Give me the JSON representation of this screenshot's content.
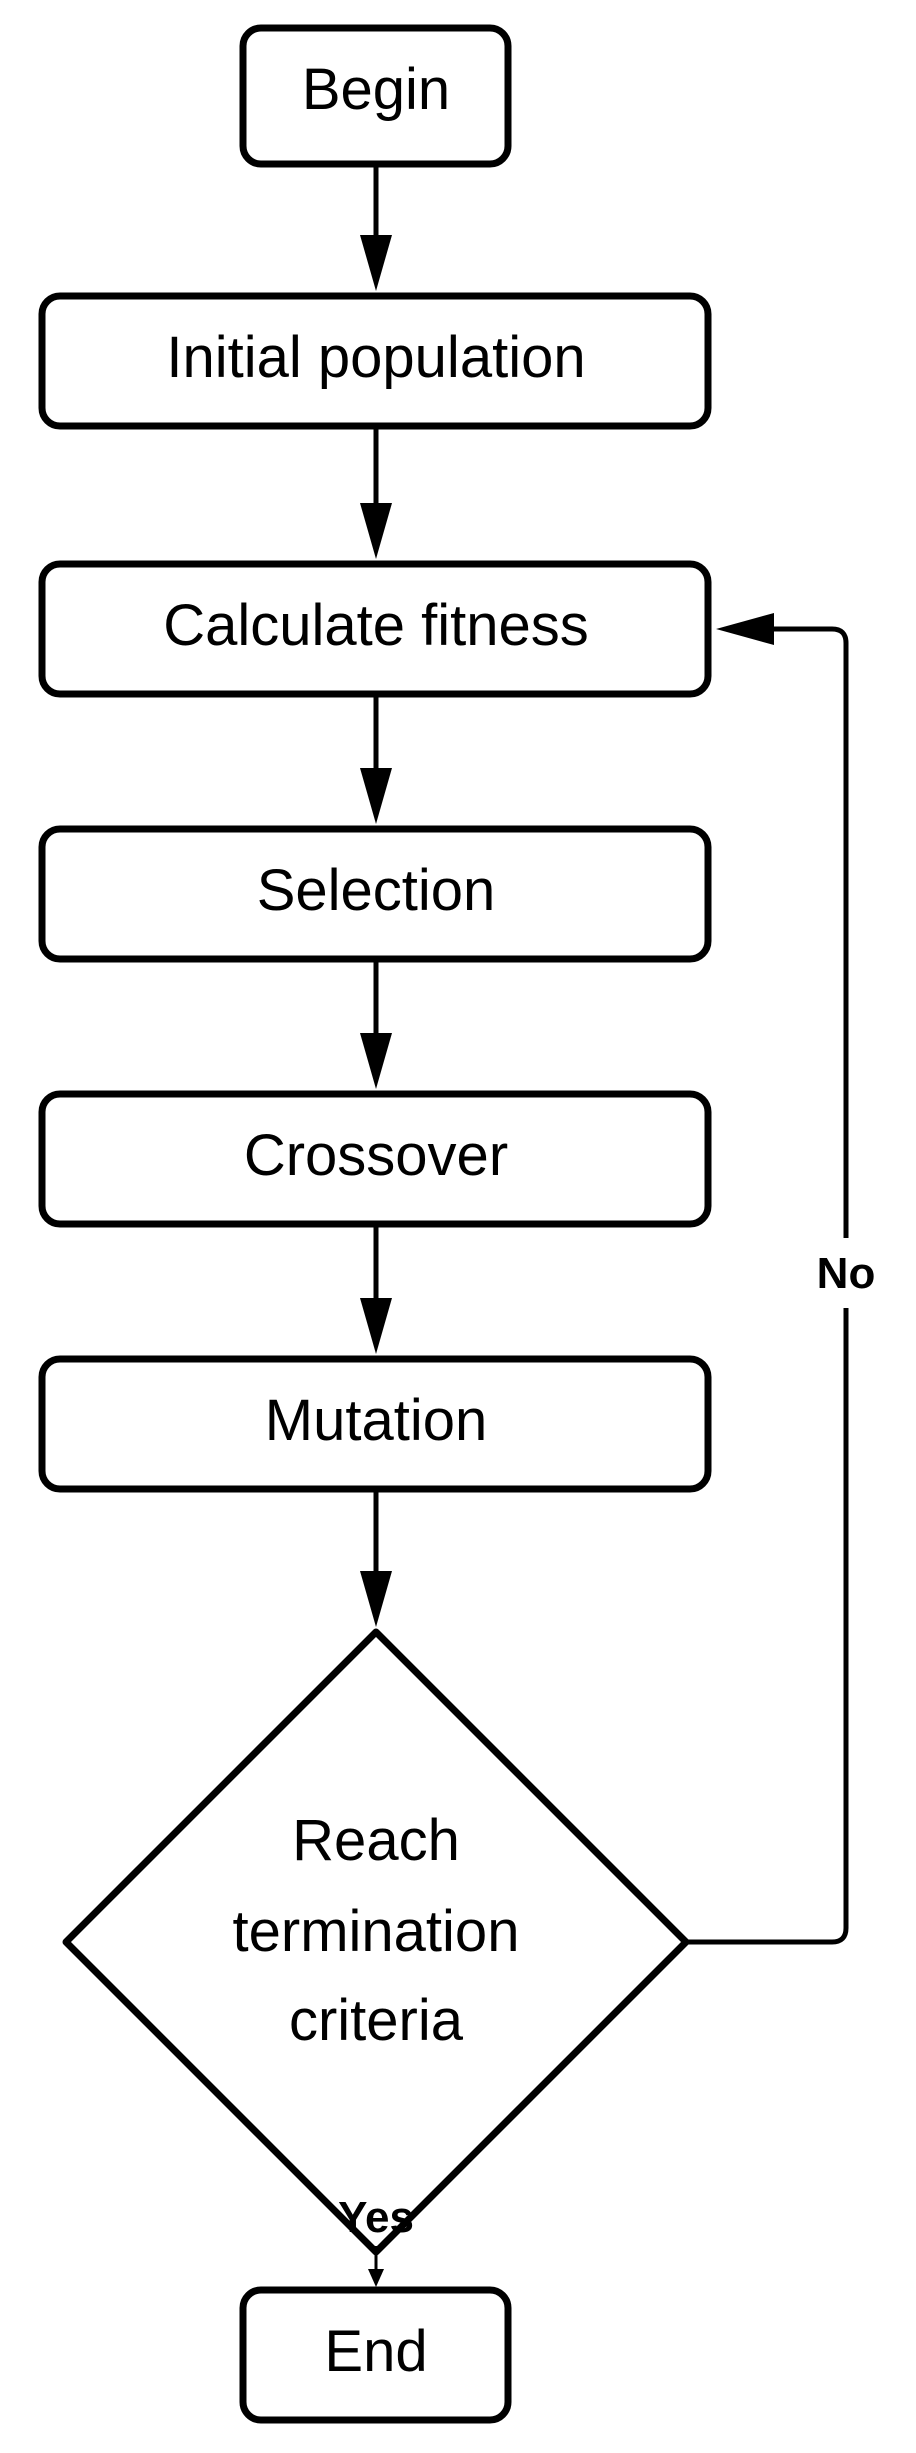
{
  "nodes": {
    "begin": "Begin",
    "initial_population": "Initial population",
    "calculate_fitness": "Calculate fitness",
    "selection": "Selection",
    "crossover": "Crossover",
    "mutation": "Mutation",
    "decision": [
      "Reach",
      "termination",
      "criteria"
    ],
    "end": "End"
  },
  "edges": {
    "no_label": "No",
    "yes_label": "Yes"
  }
}
